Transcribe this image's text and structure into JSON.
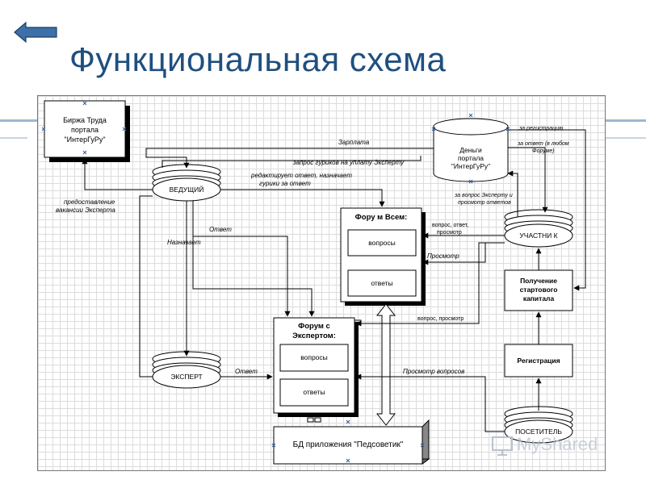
{
  "page": {
    "title": "Функциональная схема"
  },
  "nodes": {
    "birzha": [
      "Биржа Труда",
      "портала",
      "\"ИнтерГуРу\""
    ],
    "dengi": [
      "Деньги",
      "портала",
      "\"ИнтерГуРу\""
    ],
    "vedushiy": "ВЕДУЩИЙ",
    "uchastnik": "УЧАСТНИ К",
    "ekspert": "ЭКСПЕРТ",
    "posetitel": "ПОСЕТИТЕЛЬ",
    "forum_vsem": {
      "title": "Фору м Всем:",
      "q": "вопросы",
      "a": "ответы"
    },
    "forum_eksperty": {
      "title1": "Форум с",
      "title2": "Экспертом:",
      "q": "вопросы",
      "a": "ответы"
    },
    "poluchenie": [
      "Получение",
      "стартового",
      "капитала"
    ],
    "registraciya": "Регистрация",
    "bd": "БД приложения \"Педсоветик\""
  },
  "edge_labels": {
    "zarplata": "Зарплата",
    "zapros": "запрос гуриков на уплату Эксперту",
    "redaktiruet": [
      "редактирует ответ, назначает",
      "гурики за ответ"
    ],
    "predostavlenie": [
      "предоставление",
      "вакансии Эксперта"
    ],
    "otvet1": "Ответ",
    "naznachaet": "Назначает",
    "otvet2": "Ответ",
    "za_reg": "за регистрацию",
    "za_otvet": [
      "за ответ (в любом",
      "Форуме)"
    ],
    "za_vopros": [
      "за вопрос Эксперту и",
      "просмотр ответов"
    ],
    "vopros_otvet": [
      "вопрос, ответ,",
      "просмотр"
    ],
    "prosmotr": "Просмотр",
    "vopros_prosmotr": "вопрос, просмотр",
    "prosmotr_voprosov": "Просмотр вопросов"
  },
  "watermark": "MyShared"
}
